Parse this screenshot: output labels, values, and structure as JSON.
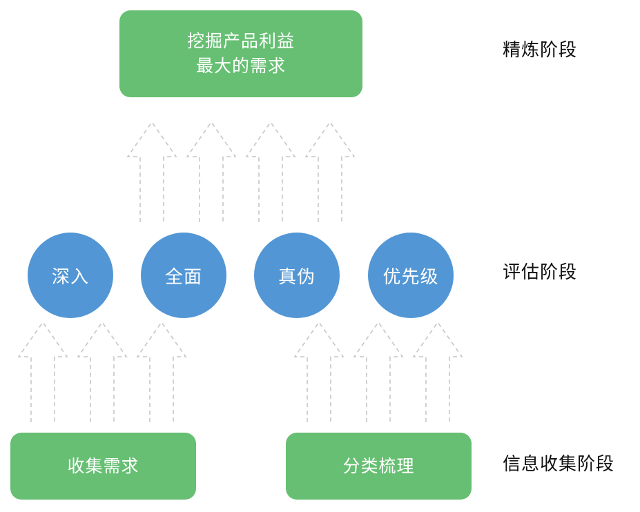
{
  "top_box": {
    "line1": "挖掘产品利益",
    "line2": "最大的需求"
  },
  "circles": [
    {
      "label": "深入"
    },
    {
      "label": "全面"
    },
    {
      "label": "真伪"
    },
    {
      "label": "优先级"
    }
  ],
  "bottom_boxes": [
    {
      "label": "收集需求"
    },
    {
      "label": "分类梳理"
    }
  ],
  "stages": {
    "refine": "精炼阶段",
    "evaluate": "评估阶段",
    "collect": "信息收集阶段"
  },
  "colors": {
    "box_green": "#66bf72",
    "circle_blue": "#5296d5",
    "arrow_gray": "#c6c6c6"
  }
}
